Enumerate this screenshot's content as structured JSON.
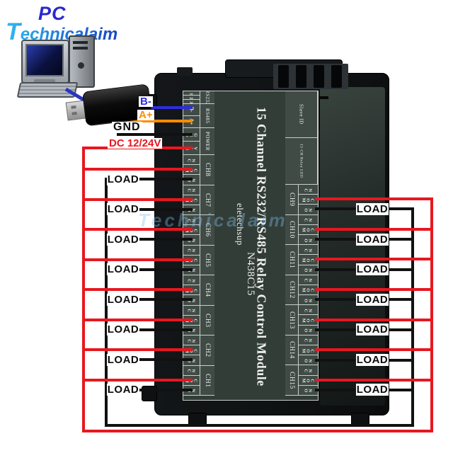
{
  "logo": {
    "pc": "PC",
    "brand": "Technicalaim"
  },
  "converter": {
    "b_wire_label": "B-",
    "a_wire_label": "A+"
  },
  "power": {
    "gnd_label": "GND",
    "dc_label": "DC 12/24V"
  },
  "load_label": "LOAD",
  "module": {
    "title": "15 Channel RS232/RS485 Relay Control Module",
    "brand": "eletechsup",
    "model": "N438C15",
    "left_groups": [
      {
        "label": "RS232",
        "pins": [
          "1",
          "2",
          "3"
        ]
      },
      {
        "label": "RS485",
        "pins": [
          "B-",
          "A+"
        ]
      },
      {
        "label": "POWER",
        "pins": [
          "GND",
          "VIN"
        ]
      },
      {
        "label": "CH8",
        "pins": [
          "NC",
          "COM",
          "NO"
        ]
      },
      {
        "label": "CH7",
        "pins": [
          "NC",
          "COM",
          "NO"
        ]
      },
      {
        "label": "CH6",
        "pins": [
          "NC",
          "COM",
          "NO"
        ]
      },
      {
        "label": "CH5",
        "pins": [
          "NC",
          "COM",
          "NO"
        ]
      },
      {
        "label": "CH4",
        "pins": [
          "NC",
          "COM",
          "NO"
        ]
      },
      {
        "label": "CH3",
        "pins": [
          "NC",
          "COM",
          "NO"
        ]
      },
      {
        "label": "CH2",
        "pins": [
          "NC",
          "COM",
          "NO"
        ]
      },
      {
        "label": "CH1",
        "pins": [
          "NC",
          "COM",
          "NO"
        ]
      }
    ],
    "right_groups": [
      {
        "label": "Slave ID",
        "pins": []
      },
      {
        "label": "15 CH Relay LED",
        "pins": []
      },
      {
        "label": "CH9",
        "pins": [
          "NC",
          "COM",
          "NO"
        ]
      },
      {
        "label": "CH10",
        "pins": [
          "NC",
          "COM",
          "NO"
        ]
      },
      {
        "label": "CH11",
        "pins": [
          "NC",
          "COM",
          "NO"
        ]
      },
      {
        "label": "CH12",
        "pins": [
          "NC",
          "COM",
          "NO"
        ]
      },
      {
        "label": "CH13",
        "pins": [
          "NC",
          "COM",
          "NO"
        ]
      },
      {
        "label": "CH14",
        "pins": [
          "NC",
          "COM",
          "NO"
        ]
      },
      {
        "label": "CH15",
        "pins": [
          "NC",
          "COM",
          "NO"
        ]
      }
    ]
  },
  "colors": {
    "positive_wire": "#e8171f",
    "negative_wire": "#111111",
    "b_wire": "#2d2de0",
    "a_wire": "#ff8c00",
    "panel_bg": "#414b46"
  }
}
